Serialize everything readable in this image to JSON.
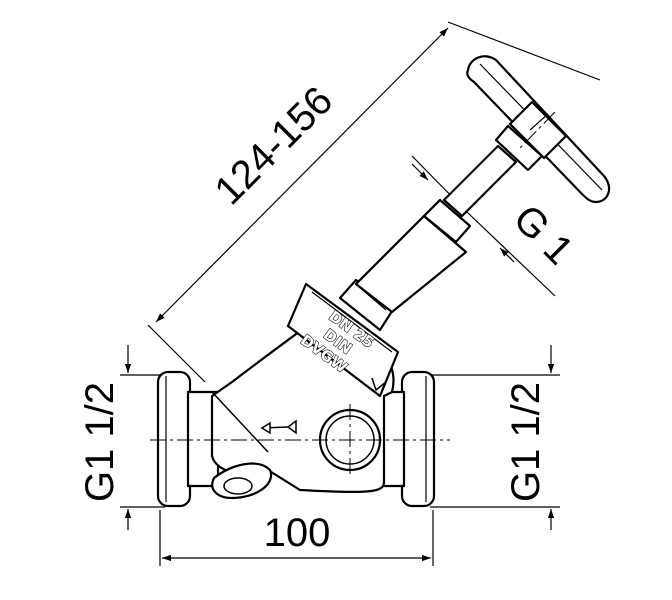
{
  "drawing": {
    "dim_overall_length": "124-156",
    "dim_stem_thread": "G 1",
    "dim_inlet_thread": "G1 1/2",
    "dim_outlet_thread": "G1 1/2",
    "dim_body_length": "100",
    "marking_line1": "DN 25",
    "marking_line2": "DIN",
    "marking_line3": "DVGW",
    "line_color": "#000000",
    "fill_color": "#ffffff"
  }
}
